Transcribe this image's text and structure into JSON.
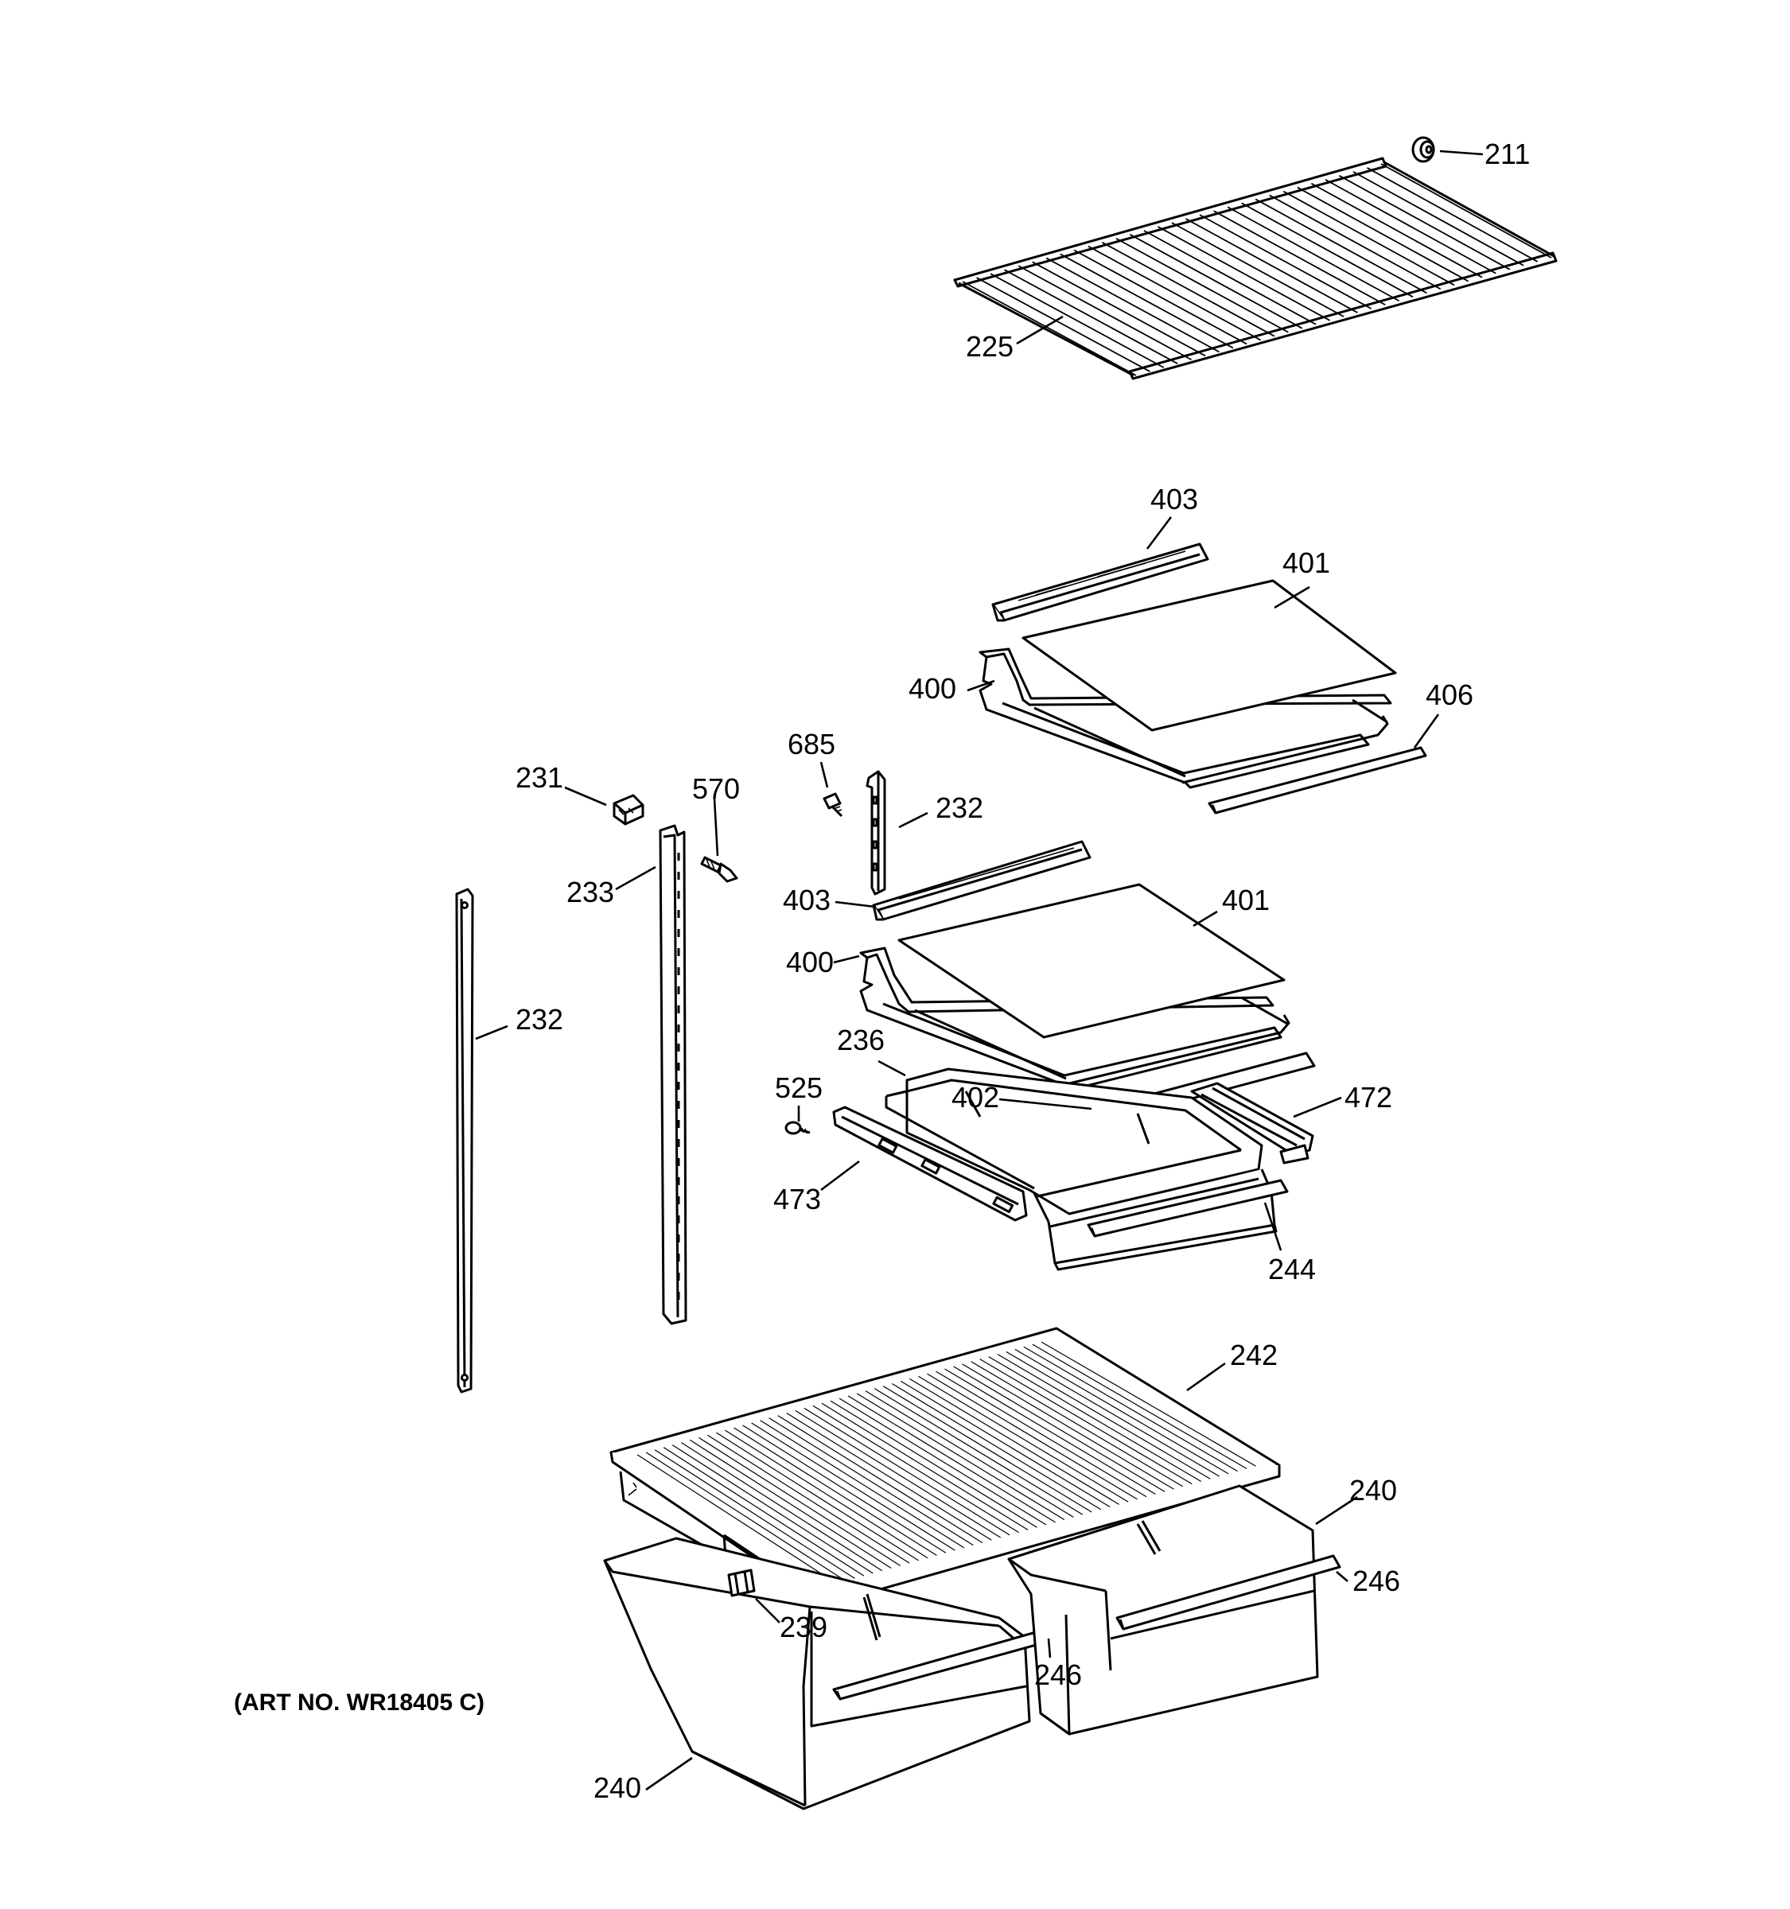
{
  "art_number": "(ART NO. WR18405 C)",
  "callouts": {
    "c211": "211",
    "c225": "225",
    "c403_top": "403",
    "c401_top": "401",
    "c400_top": "400",
    "c406": "406",
    "c685": "685",
    "c232_bracket": "232",
    "c231": "231",
    "c570": "570",
    "c233": "233",
    "c403_mid": "403",
    "c401_mid": "401",
    "c400_mid": "400",
    "c232_rail": "232",
    "c236": "236",
    "c525": "525",
    "c402": "402",
    "c472": "472",
    "c473": "473",
    "c244": "244",
    "c242": "242",
    "c240_right": "240",
    "c246_right": "246",
    "c239": "239",
    "c246_left": "246",
    "c240_left": "240"
  }
}
